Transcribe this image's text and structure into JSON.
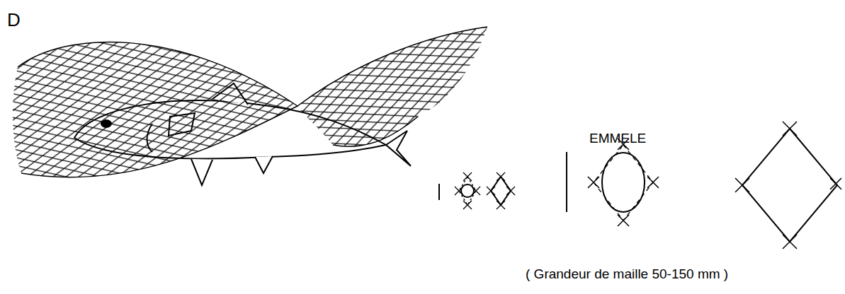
{
  "diagram": {
    "labels": [
      "D",
      "EMMELE",
      "( Grandeur de maille 50-150 mm )"
    ]
  }
}
